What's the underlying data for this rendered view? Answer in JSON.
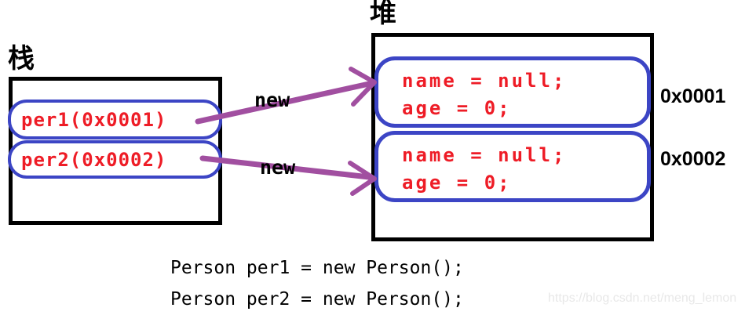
{
  "stack": {
    "label": "栈",
    "variables": [
      {
        "label": "per1(0x0001)"
      },
      {
        "label": "per2(0x0002)"
      }
    ]
  },
  "heap": {
    "label": "堆",
    "objects": [
      {
        "fields": [
          "name = null;",
          "age = 0;"
        ],
        "address": "0x0001"
      },
      {
        "fields": [
          "name = null;",
          "age = 0;"
        ],
        "address": "0x0002"
      }
    ]
  },
  "arrows": [
    {
      "label": "new"
    },
    {
      "label": "new"
    }
  ],
  "code": {
    "lines": [
      "Person per1 = new Person();",
      "Person per2 = new Person();"
    ]
  },
  "watermark": "https://blog.csdn.net/meng_lemon",
  "colors": {
    "box_border": "#000000",
    "cell_border": "#3c45c5",
    "value_text": "#ee1c26",
    "arrow": "#a14fa0",
    "watermark_text": "#e8e8e8"
  }
}
